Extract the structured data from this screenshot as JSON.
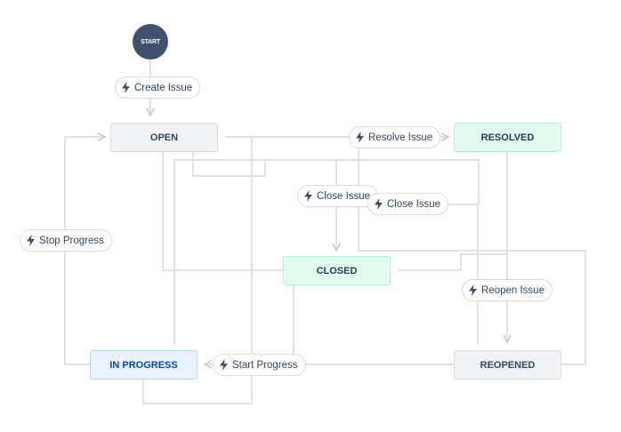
{
  "start_label": "START",
  "statuses": {
    "open": "OPEN",
    "resolved": "RESOLVED",
    "closed": "CLOSED",
    "in_progress": "IN PROGRESS",
    "reopened": "REOPENED"
  },
  "transitions": {
    "create_issue": "Create Issue",
    "resolve_issue": "Resolve Issue",
    "close_issue_a": "Close Issue",
    "close_issue_b": "Close Issue",
    "stop_progress": "Stop Progress",
    "reopen_issue": "Reopen Issue",
    "start_progress": "Start Progress"
  },
  "icons": {
    "transition": "lightning-bolt-icon"
  },
  "colors": {
    "connector": "#d6d9de",
    "start": "#42526e",
    "done_fill": "#e3fcef",
    "progress_fill": "#e9f2ff"
  }
}
